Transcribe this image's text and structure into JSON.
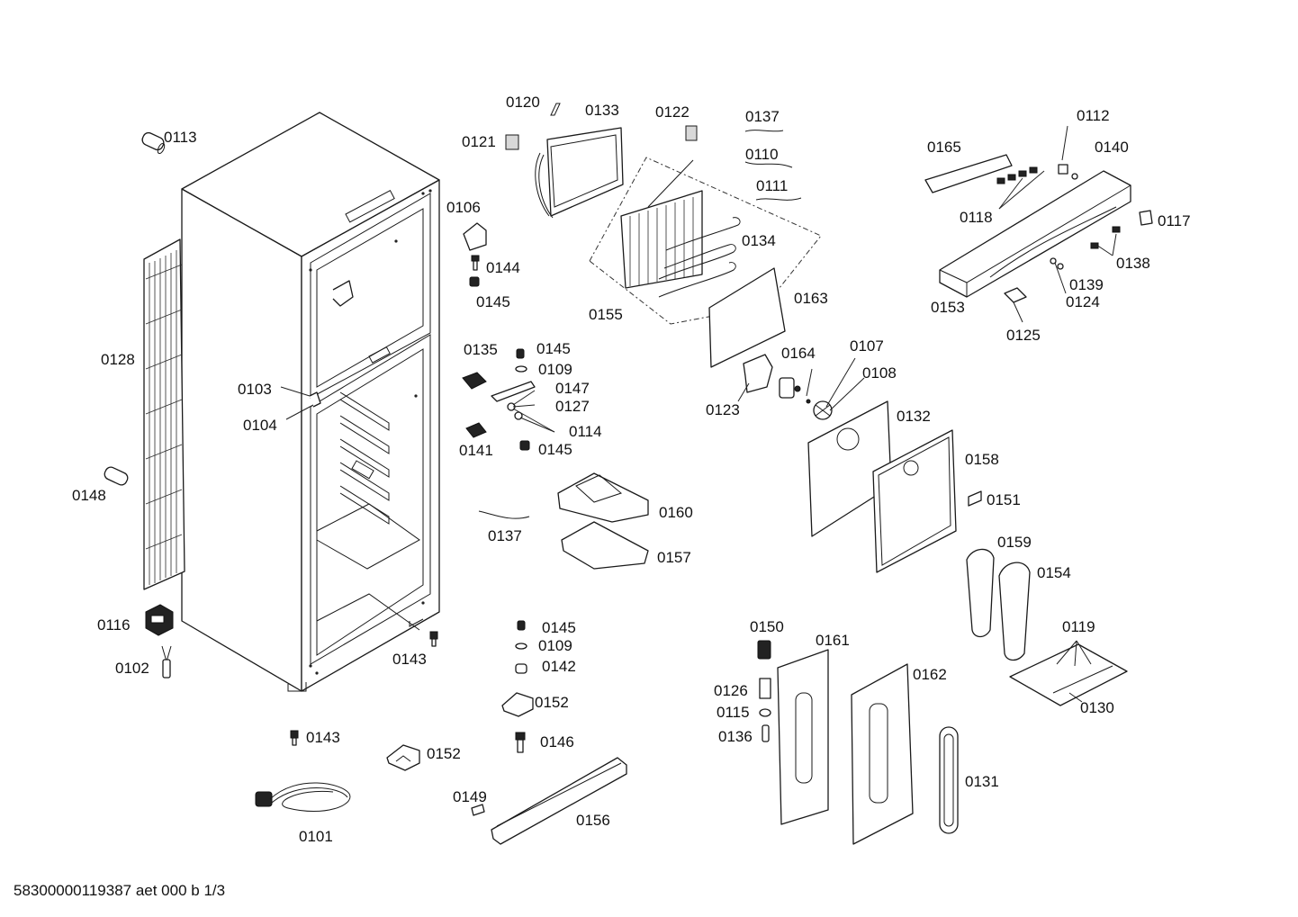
{
  "document_code": "58300000119387 aet 000 b 1/3",
  "parts": [
    {
      "id": "p0113",
      "label": "0113"
    },
    {
      "id": "p0128",
      "label": "0128"
    },
    {
      "id": "p0103",
      "label": "0103"
    },
    {
      "id": "p0104",
      "label": "0104"
    },
    {
      "id": "p0148",
      "label": "0148"
    },
    {
      "id": "p0116",
      "label": "0116"
    },
    {
      "id": "p0102",
      "label": "0102"
    },
    {
      "id": "p0143a",
      "label": "0143"
    },
    {
      "id": "p0143b",
      "label": "0143"
    },
    {
      "id": "p0101",
      "label": "0101"
    },
    {
      "id": "p0152a",
      "label": "0152"
    },
    {
      "id": "p0120",
      "label": "0120"
    },
    {
      "id": "p0133",
      "label": "0133"
    },
    {
      "id": "p0121",
      "label": "0121"
    },
    {
      "id": "p0122",
      "label": "0122"
    },
    {
      "id": "p0137a",
      "label": "0137"
    },
    {
      "id": "p0110",
      "label": "0110"
    },
    {
      "id": "p0111",
      "label": "0111"
    },
    {
      "id": "p0106",
      "label": "0106"
    },
    {
      "id": "p0144",
      "label": "0144"
    },
    {
      "id": "p0145a",
      "label": "0145"
    },
    {
      "id": "p0134",
      "label": "0134"
    },
    {
      "id": "p0155",
      "label": "0155"
    },
    {
      "id": "p0163",
      "label": "0163"
    },
    {
      "id": "p0135",
      "label": "0135"
    },
    {
      "id": "p0145b",
      "label": "0145"
    },
    {
      "id": "p0109a",
      "label": "0109"
    },
    {
      "id": "p0147",
      "label": "0147"
    },
    {
      "id": "p0127",
      "label": "0127"
    },
    {
      "id": "p0114",
      "label": "0114"
    },
    {
      "id": "p0141",
      "label": "0141"
    },
    {
      "id": "p0145c",
      "label": "0145"
    },
    {
      "id": "p0164",
      "label": "0164"
    },
    {
      "id": "p0107",
      "label": "0107"
    },
    {
      "id": "p0108",
      "label": "0108"
    },
    {
      "id": "p0123",
      "label": "0123"
    },
    {
      "id": "p0132",
      "label": "0132"
    },
    {
      "id": "p0158",
      "label": "0158"
    },
    {
      "id": "p0151",
      "label": "0151"
    },
    {
      "id": "p0160",
      "label": "0160"
    },
    {
      "id": "p0137b",
      "label": "0137"
    },
    {
      "id": "p0157",
      "label": "0157"
    },
    {
      "id": "p0145d",
      "label": "0145"
    },
    {
      "id": "p0109b",
      "label": "0109"
    },
    {
      "id": "p0142",
      "label": "0142"
    },
    {
      "id": "p0152b",
      "label": "0152"
    },
    {
      "id": "p0146",
      "label": "0146"
    },
    {
      "id": "p0149",
      "label": "0149"
    },
    {
      "id": "p0156",
      "label": "0156"
    },
    {
      "id": "p0150",
      "label": "0150"
    },
    {
      "id": "p0161",
      "label": "0161"
    },
    {
      "id": "p0126",
      "label": "0126"
    },
    {
      "id": "p0115",
      "label": "0115"
    },
    {
      "id": "p0136",
      "label": "0136"
    },
    {
      "id": "p0162",
      "label": "0162"
    },
    {
      "id": "p0131",
      "label": "0131"
    },
    {
      "id": "p0159",
      "label": "0159"
    },
    {
      "id": "p0154",
      "label": "0154"
    },
    {
      "id": "p0119",
      "label": "0119"
    },
    {
      "id": "p0130",
      "label": "0130"
    },
    {
      "id": "p0165",
      "label": "0165"
    },
    {
      "id": "p0112",
      "label": "0112"
    },
    {
      "id": "p0140",
      "label": "0140"
    },
    {
      "id": "p0117",
      "label": "0117"
    },
    {
      "id": "p0118",
      "label": "0118"
    },
    {
      "id": "p0138",
      "label": "0138"
    },
    {
      "id": "p0139",
      "label": "0139"
    },
    {
      "id": "p0124",
      "label": "0124"
    },
    {
      "id": "p0153",
      "label": "0153"
    },
    {
      "id": "p0125",
      "label": "0125"
    }
  ]
}
